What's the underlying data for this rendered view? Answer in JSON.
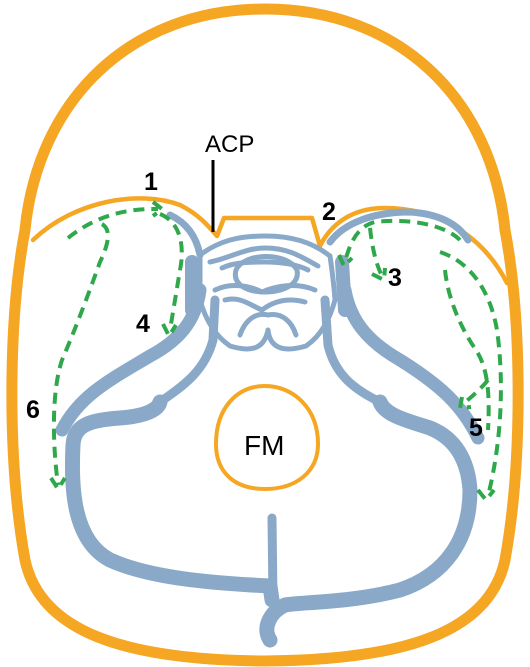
{
  "colors": {
    "background": "#ffffff",
    "skull": "#f5a623",
    "sinus": "#8aa9c8",
    "route": "#2ea84a",
    "text": "#000000"
  },
  "labels": {
    "acp": "ACP",
    "fm": "FM",
    "route_1": "1",
    "route_2": "2",
    "route_3": "3",
    "route_4": "4",
    "route_5": "5",
    "route_6": "6"
  }
}
